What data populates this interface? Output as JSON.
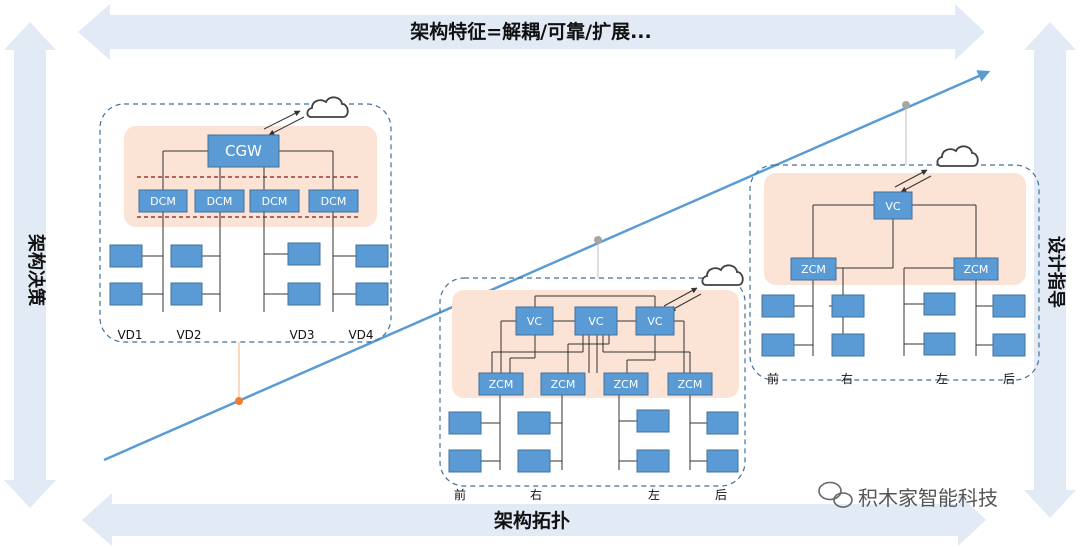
{
  "arrows": {
    "top": "架构特征=解耦/可靠/扩展...",
    "bottom": "架构拓扑",
    "left": "架构决策",
    "right": "设计指导"
  },
  "arch1": {
    "gateway": "CGW",
    "domains": [
      "DCM",
      "DCM",
      "DCM",
      "DCM"
    ],
    "labels": [
      "VD1",
      "VD2",
      "VD3",
      "VD4"
    ]
  },
  "arch2": {
    "vcs": [
      "VC",
      "VC",
      "VC"
    ],
    "zones": [
      "ZCM",
      "ZCM",
      "ZCM",
      "ZCM"
    ],
    "labels": [
      "前",
      "右",
      "左",
      "后"
    ]
  },
  "arch3": {
    "vc": "VC",
    "zones": [
      "ZCM",
      "ZCM"
    ],
    "labels": [
      "前",
      "右",
      "左",
      "后"
    ]
  },
  "watermark": "积木家智能科技",
  "colors": {
    "arrow_fill": "#e2ebf5",
    "box_fill": "#5b9bd5",
    "box_stroke": "#41719c",
    "panel_fill": "#fbe3d6",
    "trend_line": "#5b9bd5",
    "marker_orange": "#ed7d31",
    "marker_gray": "#a6a6a6"
  }
}
